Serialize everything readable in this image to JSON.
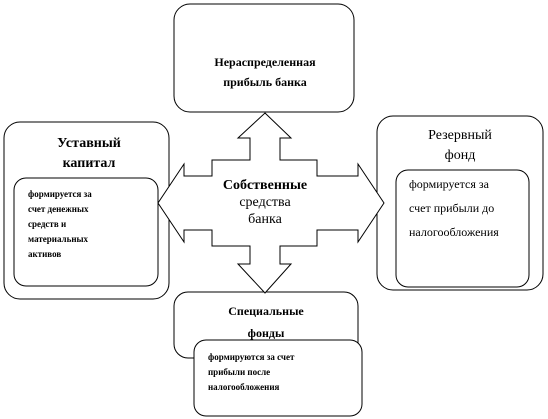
{
  "center": {
    "line1": "Собственные",
    "line2": "средства",
    "line3": "банка"
  },
  "top": {
    "line1": "Нераспределенная",
    "line2": "прибыль банка"
  },
  "left": {
    "title1": "Уставный",
    "title2": "капитал",
    "desc1": "формируется за",
    "desc2": "счет денежных",
    "desc3": "средств и",
    "desc4": "материальных",
    "desc5": "активов"
  },
  "right": {
    "title1": "Резервный",
    "title2": "фонд",
    "desc1": "формируется за",
    "desc2": "счет прибыли до",
    "desc3": "налогообложения"
  },
  "bottom": {
    "title1": "Специальные",
    "title2": "фонды",
    "desc1": "формируются за счет",
    "desc2": "прибыли после",
    "desc3": "налогообложения"
  },
  "colors": {
    "stroke": "#000000",
    "fill": "#ffffff"
  }
}
